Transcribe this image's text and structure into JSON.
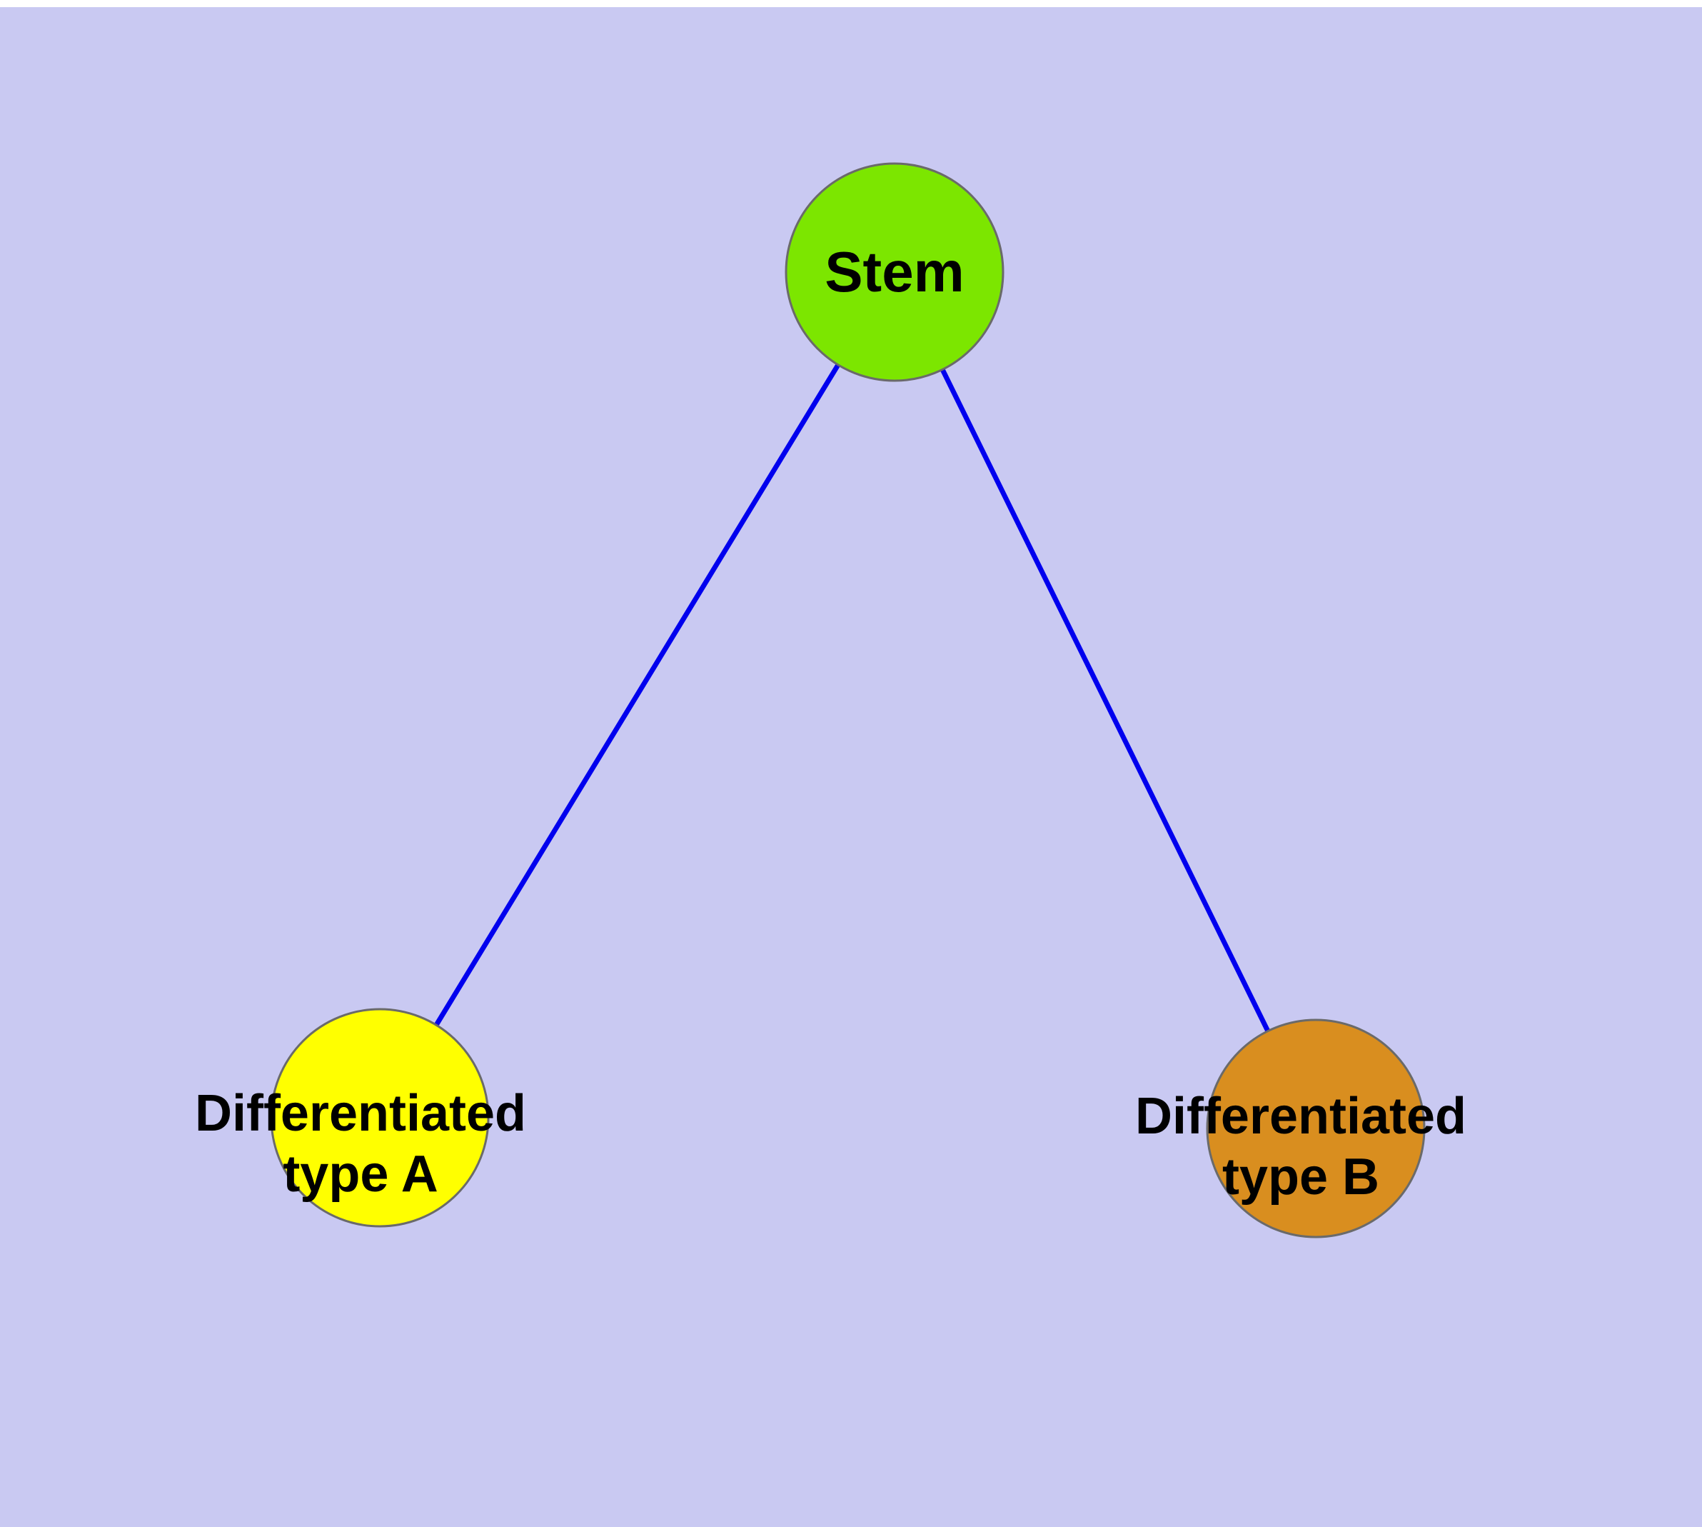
{
  "diagram": {
    "background_color": "#c9c9f2",
    "edge_color": "#0000ee",
    "node_stroke_color": "#6a6a6a",
    "label_color": "#000000",
    "nodes": {
      "stem": {
        "label": "Stem",
        "color": "#7ce600"
      },
      "typeA": {
        "label_line1": "Differentiated",
        "label_line2": "type A",
        "color": "#ffff00"
      },
      "typeB": {
        "label_line1": "Differentiated",
        "label_line2": "type B",
        "color": "#d98e1f"
      }
    },
    "edges": [
      {
        "from": "stem",
        "to": "typeA"
      },
      {
        "from": "stem",
        "to": "typeB"
      }
    ]
  }
}
